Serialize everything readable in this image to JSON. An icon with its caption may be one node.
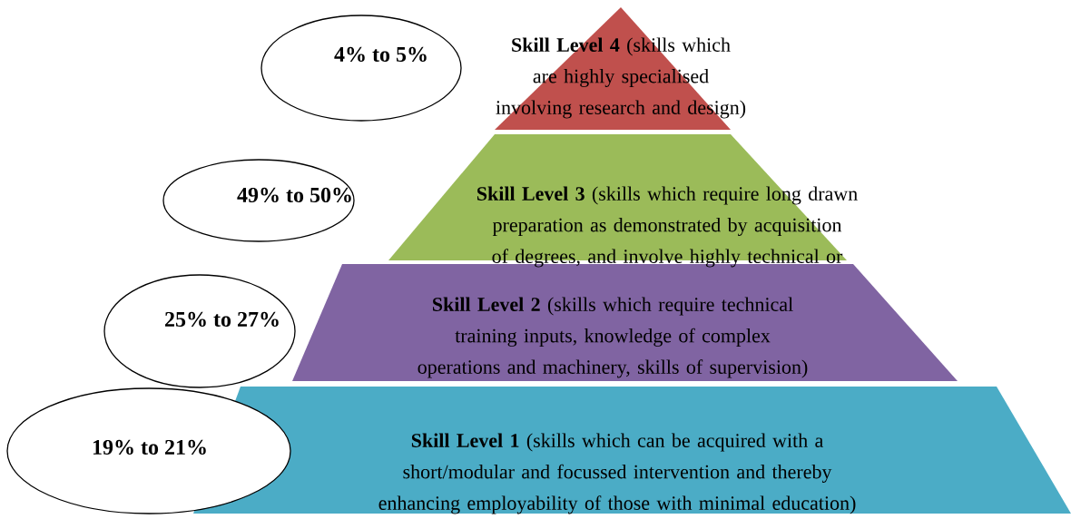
{
  "diagram": {
    "nodes": [
      {
        "text": [
          "4% to 5%"
        ]
      },
      {
        "text": [
          "**Skill Level 4** (skills which are highly specialised involving research and design)"
        ]
      },
      {
        "text": [
          "49% to 50%"
        ]
      },
      {
        "text": [
          "**Skill Level 3** (skills which require long drawn preparation as demonstrated by acquisition of degrees, and involve highly technical or"
        ]
      },
      {
        "text": [
          "25% to 27%"
        ]
      },
      {
        "text": [
          "**Skill Level 2** (skills which require technical training inputs, knowledge of complex operations and machinery, skills of supervision)"
        ]
      },
      {
        "text": [
          "19% to 21%"
        ]
      },
      {
        "text": [
          "**Skill Level 1** (skills which can be acquired with a short/modular and focussed intervention and thereby enhancing employability of those with minimal education)"
        ]
      }
    ]
  }
}
